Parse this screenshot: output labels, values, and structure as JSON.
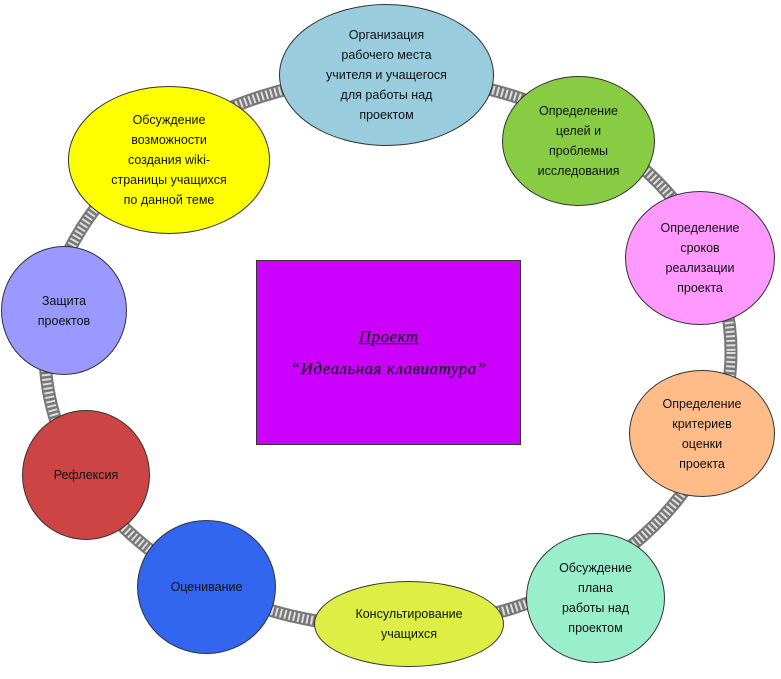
{
  "colors": {
    "ring": "#888888",
    "ring_stripe": "#d8d8d8",
    "center_box": "#cc00ff"
  },
  "center": {
    "line1": "Проект",
    "line2": "“Идеальная клавиатура”"
  },
  "nodes": [
    {
      "id": "organization",
      "color": "#99ccdd",
      "lines": [
        "Организация",
        "рабочего места",
        "учителя и учащегося",
        "для работы над",
        "проектом"
      ]
    },
    {
      "id": "goals",
      "color": "#88cc44",
      "lines": [
        "Определение",
        "целей и",
        "проблемы",
        "исследования"
      ]
    },
    {
      "id": "deadlines",
      "color": "#ff99ff",
      "lines": [
        "Определение",
        "сроков",
        "реализации",
        "проекта"
      ]
    },
    {
      "id": "criteria",
      "color": "#ffbb88",
      "lines": [
        "Определение",
        "критериев",
        "оценки",
        "проекта"
      ]
    },
    {
      "id": "plan",
      "color": "#99eecc",
      "lines": [
        "Обсуждение",
        "плана",
        "работы над",
        "проектом"
      ]
    },
    {
      "id": "consulting",
      "color": "#ddee44",
      "lines": [
        "Консультирование",
        "учащихся"
      ]
    },
    {
      "id": "evaluation",
      "color": "#3366ee",
      "lines": [
        "Оценивание"
      ]
    },
    {
      "id": "reflection",
      "color": "#cc4444",
      "lines": [
        "Рефлексия"
      ]
    },
    {
      "id": "defense",
      "color": "#9999ff",
      "lines": [
        "Защита",
        "проектов"
      ]
    },
    {
      "id": "wiki",
      "color": "#ffff00",
      "lines": [
        "Обсуждение",
        "возможности",
        "создания wiki-",
        "страницы учащихся",
        "по данной теме"
      ]
    }
  ]
}
